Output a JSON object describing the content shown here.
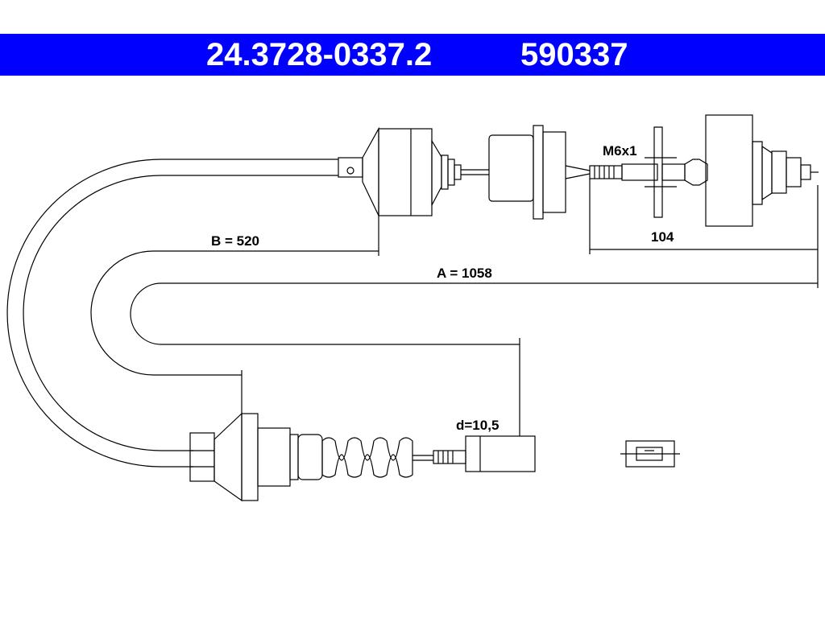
{
  "header": {
    "part_number": "24.3728-0337.2",
    "ref_number": "590337",
    "background_color": "#0000ff",
    "text_color": "#ffffff"
  },
  "dimensions": {
    "thread": "M6x1",
    "end_length": "104",
    "length_b": "B = 520",
    "length_a": "A = 1058",
    "diameter": "d=10,5"
  }
}
